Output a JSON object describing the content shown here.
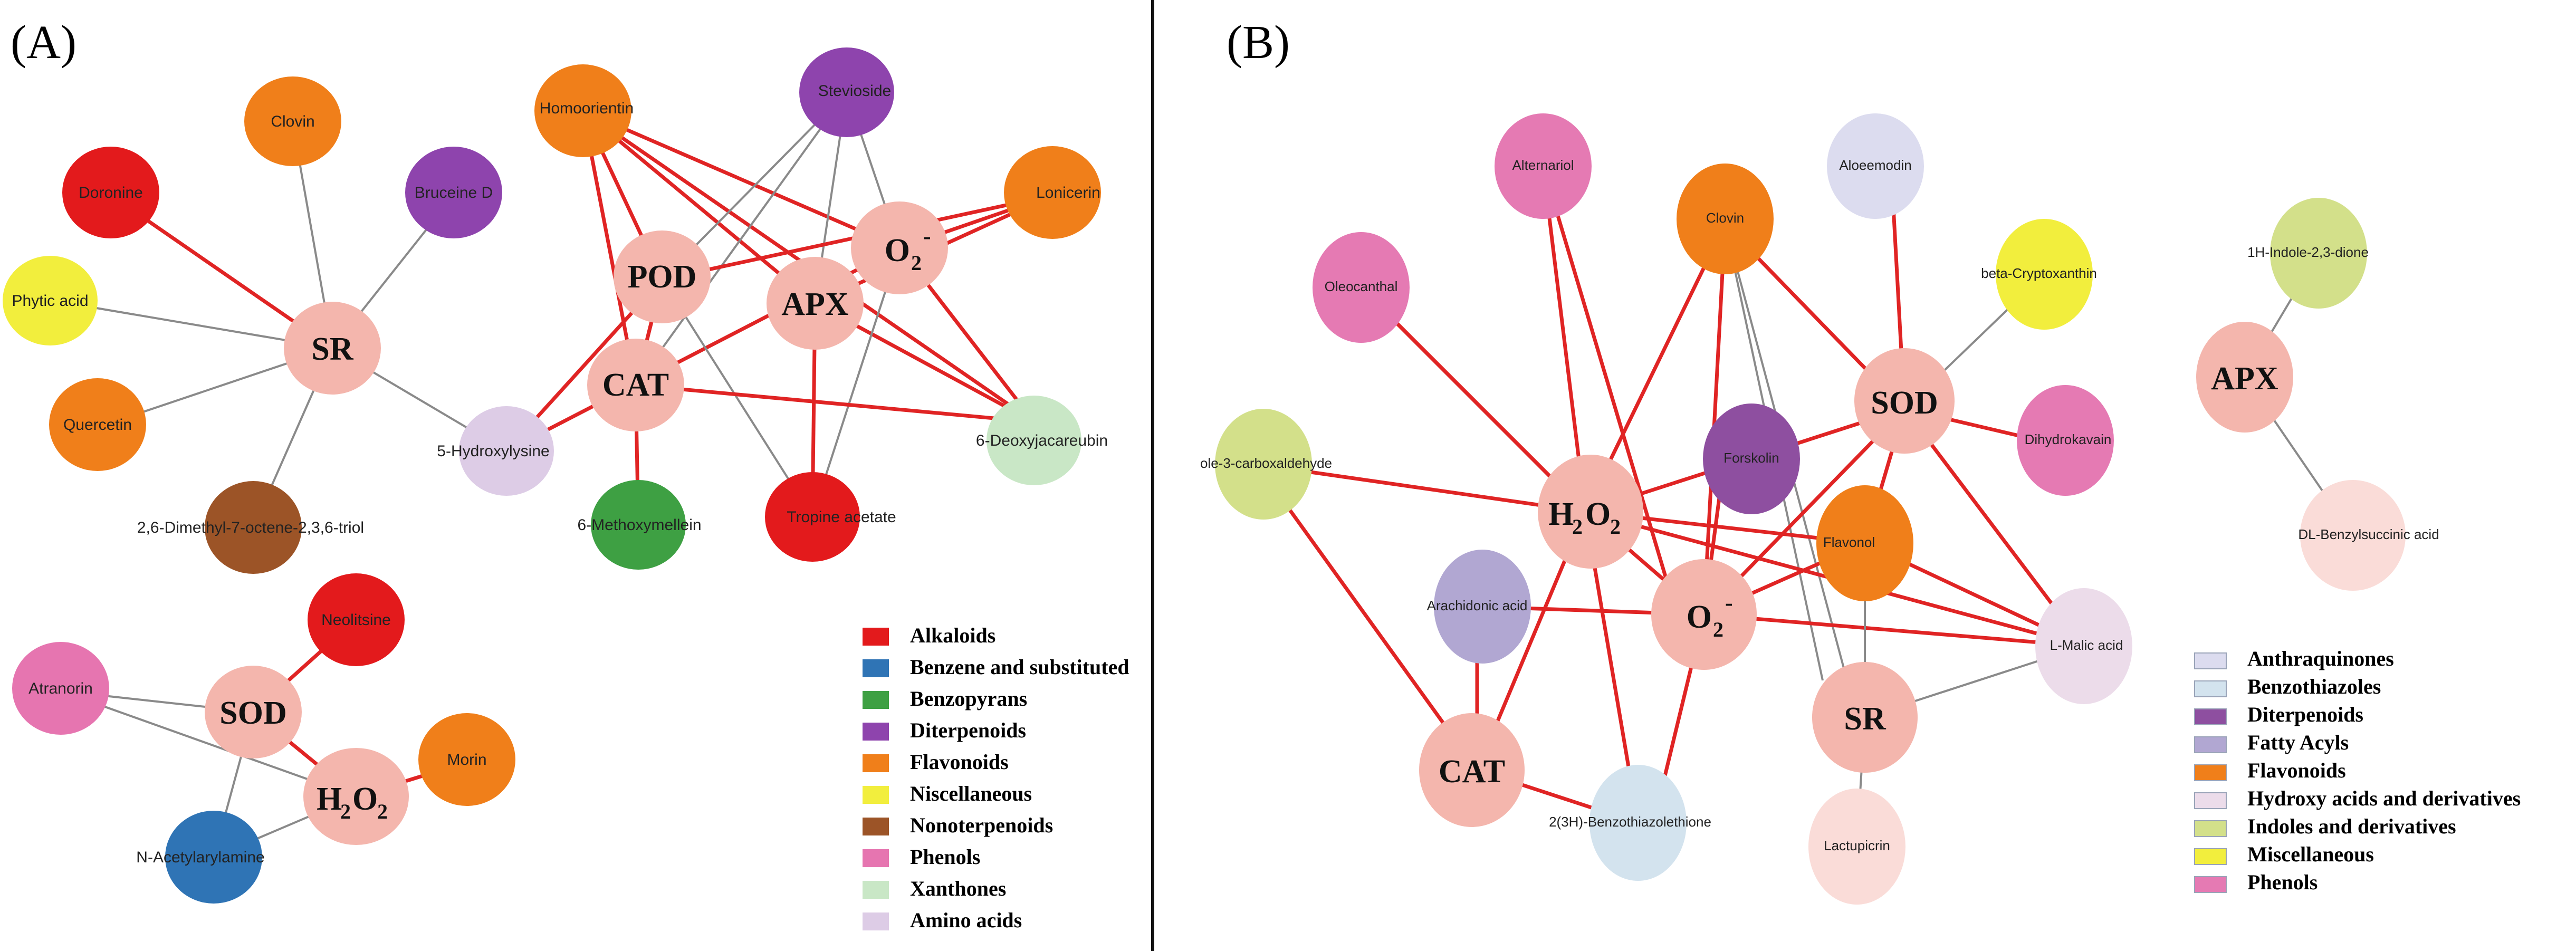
{
  "panels": {
    "a": {
      "label": "(A)"
    },
    "b": {
      "label": "(B)"
    }
  },
  "colors": {
    "enzyme": "#f4b6ad",
    "red_edge": "#e02424",
    "gray_edge": "#8a8a8a"
  },
  "panel_a": {
    "nodes": {
      "clovin": "Clovin",
      "doronine": "Doronine",
      "bruceine_d": "Bruceine D",
      "phytic_acid": "Phytic acid",
      "sr": "SR",
      "quercetin": "Quercetin",
      "hydroxylysine": "5-Hydroxylysine",
      "dimethyl": "2,6-Dimethyl-7-octene-2,3,6-triol",
      "homoorientin": "Homoorientin",
      "stevioside": "Stevioside",
      "lonicerin": "Lonicerin",
      "pod": "POD",
      "apx": "APX",
      "o2": "O",
      "o2_sub": "2",
      "o2_sup": "-",
      "cat": "CAT",
      "deoxyjacareubin": "6-Deoxyjacareubin",
      "methoxymellein": "6-Methoxymellein",
      "tropine_acetate": "Tropine acetate",
      "neolitsine": "Neolitsine",
      "atranorin": "Atranorin",
      "sod": "SOD",
      "h2o2_h": "H",
      "h2o2_2a": "2",
      "h2o2_o": "O",
      "h2o2_2b": "2",
      "morin": "Morin",
      "acetylarylamine": "N-Acetylarylamine"
    },
    "legend": [
      {
        "label": "Alkaloids",
        "color": "#e31a1c"
      },
      {
        "label": "Benzene and substituted",
        "color": "#2f74b5"
      },
      {
        "label": "Benzopyrans",
        "color": "#3ea043"
      },
      {
        "label": "Diterpenoids",
        "color": "#8e44ad"
      },
      {
        "label": "Flavonoids",
        "color": "#f07f1a"
      },
      {
        "label": "Niscellaneous",
        "color": "#f2ee3d"
      },
      {
        "label": "Nonoterpenoids",
        "color": "#9c5427"
      },
      {
        "label": "Phenols",
        "color": "#e675b0"
      },
      {
        "label": "Xanthones",
        "color": "#c9e7c6"
      },
      {
        "label": "Amino acids",
        "color": "#ddcce6"
      }
    ]
  },
  "panel_b": {
    "nodes": {
      "alternariol": "Alternariol",
      "aloeemodin": "Aloeemodin",
      "clovin": "Clovin",
      "oleocanthal": "Oleocanthal",
      "beta_cryptoxanthin": "beta-Cryptoxanthin",
      "indoledione": "1H-Indole-2,3-dione",
      "sod": "SOD",
      "apx": "APX",
      "indole_carboxaldehyde": "ole-3-carboxaldehyde",
      "forskolin": "Forskolin",
      "dihydrokavain": "Dihydrokavain",
      "h2o2_h": "H",
      "h2o2_2a": "2",
      "h2o2_o": "O",
      "h2o2_2b": "2",
      "flavonol": "Flavonol",
      "benzylsuccinic": "DL-Benzylsuccinic acid",
      "arachidonic": "Arachidonic acid",
      "o2": "O",
      "o2_sub": "2",
      "o2_sup": "-",
      "malic": "L-Malic acid",
      "sr": "SR",
      "cat": "CAT",
      "benzothiazolethione": "2(3H)-Benzothiazolethione",
      "lactupicrin": "Lactupicrin"
    },
    "legend": [
      {
        "label": "Anthraquinones",
        "color": "#dcdcef"
      },
      {
        "label": "Benzothiazoles",
        "color": "#d3e3ee"
      },
      {
        "label": "Diterpenoids",
        "color": "#8e4fa0"
      },
      {
        "label": "Fatty Acyls",
        "color": "#b1a7d2"
      },
      {
        "label": "Flavonoids",
        "color": "#f07f1a"
      },
      {
        "label": "Hydroxy acids and derivatives",
        "color": "#ecdcea"
      },
      {
        "label": "Indoles and derivatives",
        "color": "#d3e08a"
      },
      {
        "label": "Miscellaneous",
        "color": "#f2ee3d"
      },
      {
        "label": "Phenols",
        "color": "#e57ab3"
      }
    ]
  }
}
